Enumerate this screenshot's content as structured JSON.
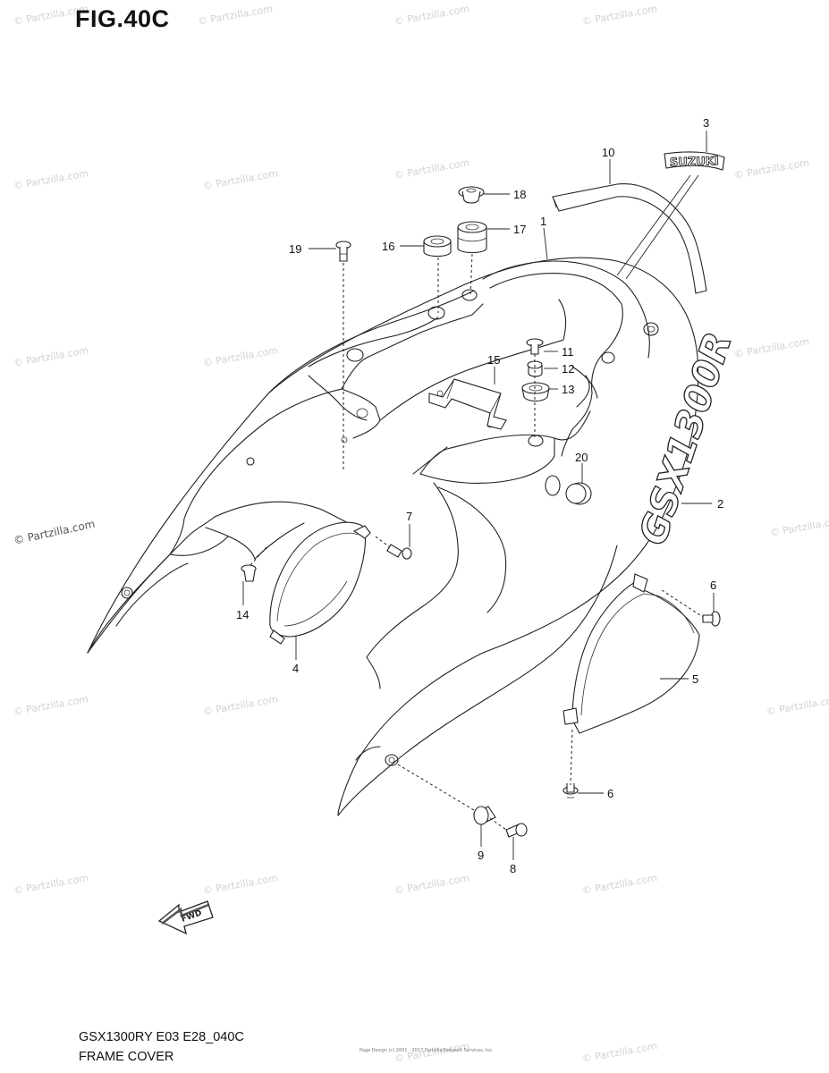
{
  "figure_title": "FIG.40C",
  "model_code": "GSX1300RY E03 E28_040C",
  "section_name": "FRAME COVER",
  "logos": {
    "suzuki_emblem": "SUZUKI",
    "gsx_emblem": "GSX1300R",
    "fwd_arrow": "FWD"
  },
  "watermark_text": "© Partzilla.com",
  "fine_print": [
    "Page Design (c) 2001 - 2017 Partzilla Network Services, Inc."
  ],
  "callouts": [
    {
      "id": "c1",
      "label": "1"
    },
    {
      "id": "c2",
      "label": "2"
    },
    {
      "id": "c3",
      "label": "3"
    },
    {
      "id": "c4",
      "label": "4"
    },
    {
      "id": "c5",
      "label": "5"
    },
    {
      "id": "c6a",
      "label": "6"
    },
    {
      "id": "c6b",
      "label": "6"
    },
    {
      "id": "c7",
      "label": "7"
    },
    {
      "id": "c8",
      "label": "8"
    },
    {
      "id": "c9",
      "label": "9"
    },
    {
      "id": "c10",
      "label": "10"
    },
    {
      "id": "c11",
      "label": "11"
    },
    {
      "id": "c12",
      "label": "12"
    },
    {
      "id": "c13",
      "label": "13"
    },
    {
      "id": "c14",
      "label": "14"
    },
    {
      "id": "c15",
      "label": "15"
    },
    {
      "id": "c16",
      "label": "16"
    },
    {
      "id": "c17",
      "label": "17"
    },
    {
      "id": "c18",
      "label": "18"
    },
    {
      "id": "c19",
      "label": "19"
    },
    {
      "id": "c20",
      "label": "20"
    }
  ]
}
